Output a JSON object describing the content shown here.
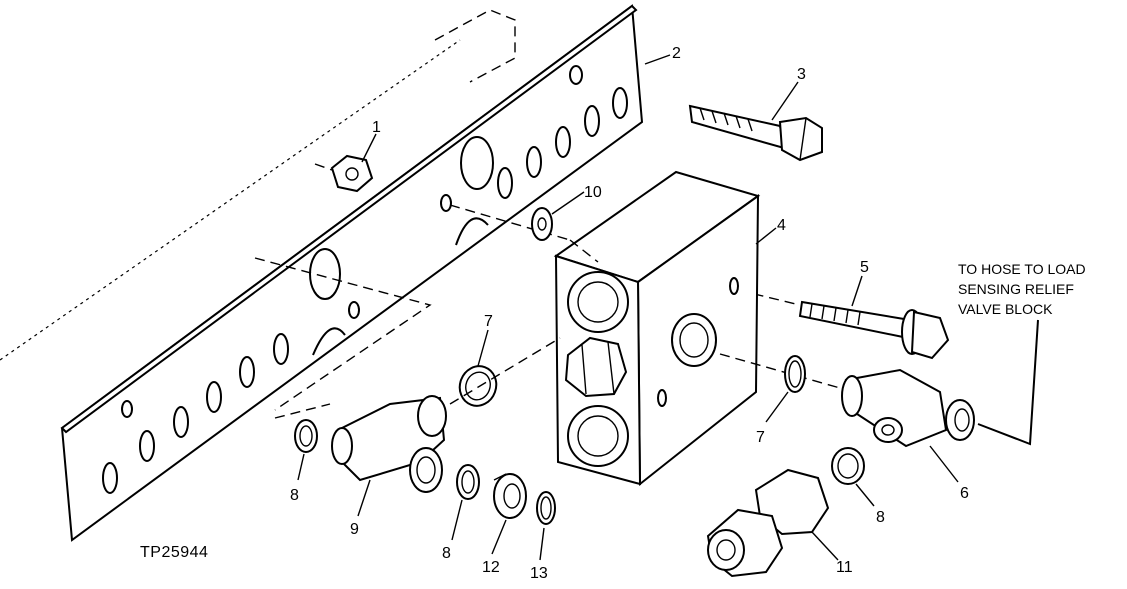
{
  "callouts": {
    "c1": "1",
    "c2": "2",
    "c3": "3",
    "c4": "4",
    "c5": "5",
    "c6": "6",
    "c7a": "7",
    "c7b": "7",
    "c8a": "8",
    "c8b": "8",
    "c8c": "8",
    "c9": "9",
    "c10": "10",
    "c11": "11",
    "c12": "12",
    "c13": "13"
  },
  "note": {
    "line1": "TO HOSE TO LOAD",
    "line2": "SENSING RELIEF",
    "line3": "VALVE BLOCK"
  },
  "figure_id": "TP25944"
}
